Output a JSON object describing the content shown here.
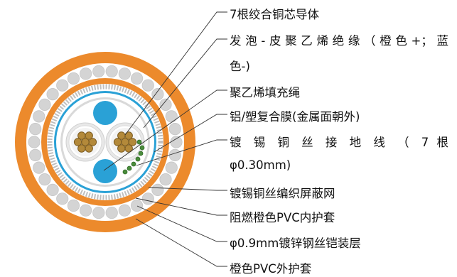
{
  "labels": [
    {
      "id": "conductor",
      "text": "7根绞合铜芯导体"
    },
    {
      "id": "insulation",
      "text": "发泡-皮聚乙烯绝缘（橙色+；蓝",
      "cont": "色-)"
    },
    {
      "id": "filler",
      "text": "聚乙烯填充绳"
    },
    {
      "id": "al-foil",
      "text": "铝/塑复合膜(金属面朝外)"
    },
    {
      "id": "drain-wire",
      "text": "镀 锡 铜 丝 接 地 线 （ 7 根",
      "cont": "φ0.30mm)"
    },
    {
      "id": "braid",
      "text": "镀锡铜丝编织屏蔽网"
    },
    {
      "id": "inner-sheath",
      "text": "阻燃橙色PVC内护套"
    },
    {
      "id": "armour",
      "text": "φ0.9mm镀锌钢丝铠装层"
    },
    {
      "id": "outer-sheath",
      "text": "橙色PVC外护套"
    }
  ],
  "colors": {
    "outer_sheath": "#ec8a2c",
    "inner_sheath": "#ec8a2c",
    "armour_wire": "#d4d4d4",
    "braid": "#bfbfbf",
    "al_foil": "#2aa1d6",
    "filler": "#2aa1d6",
    "insulation": "#e8e8e8",
    "copper": "#b3893a",
    "drain_wire": "#4a8c3c",
    "leader": "#333333"
  }
}
